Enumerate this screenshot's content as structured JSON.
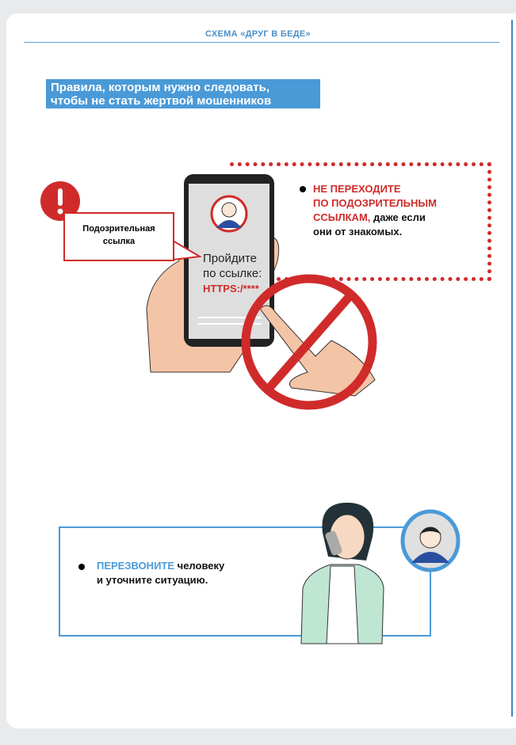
{
  "header": {
    "title": "СХЕМА «ДРУГ В БЕДЕ»"
  },
  "section": {
    "title_line1": "Правила, которым нужно следовать,",
    "title_line2": "чтобы не стать жертвой мошенников"
  },
  "rule1": {
    "highlight_line1": "НЕ ПЕРЕХОДИТЕ",
    "highlight_line2": "ПО ПОДОЗРИТЕЛЬНЫМ",
    "highlight_line3": "ССЫЛКАМ,",
    "rest_line3": " даже если",
    "rest_line4": "они от знакомых."
  },
  "callout": {
    "line1": "Подозрительная",
    "line2": "ссылка"
  },
  "phone": {
    "msg_line1": "Пройдите",
    "msg_line2": "по ссылке:",
    "link": "HTTPS:/****"
  },
  "rule2": {
    "highlight": "ПЕРЕЗВОНИТЕ",
    "rest_line1": " человеку",
    "line2": "и уточните ситуацию."
  },
  "colors": {
    "red": "#d02b2b",
    "blue": "#4a9ad8",
    "header_blue": "#4a90c8"
  }
}
